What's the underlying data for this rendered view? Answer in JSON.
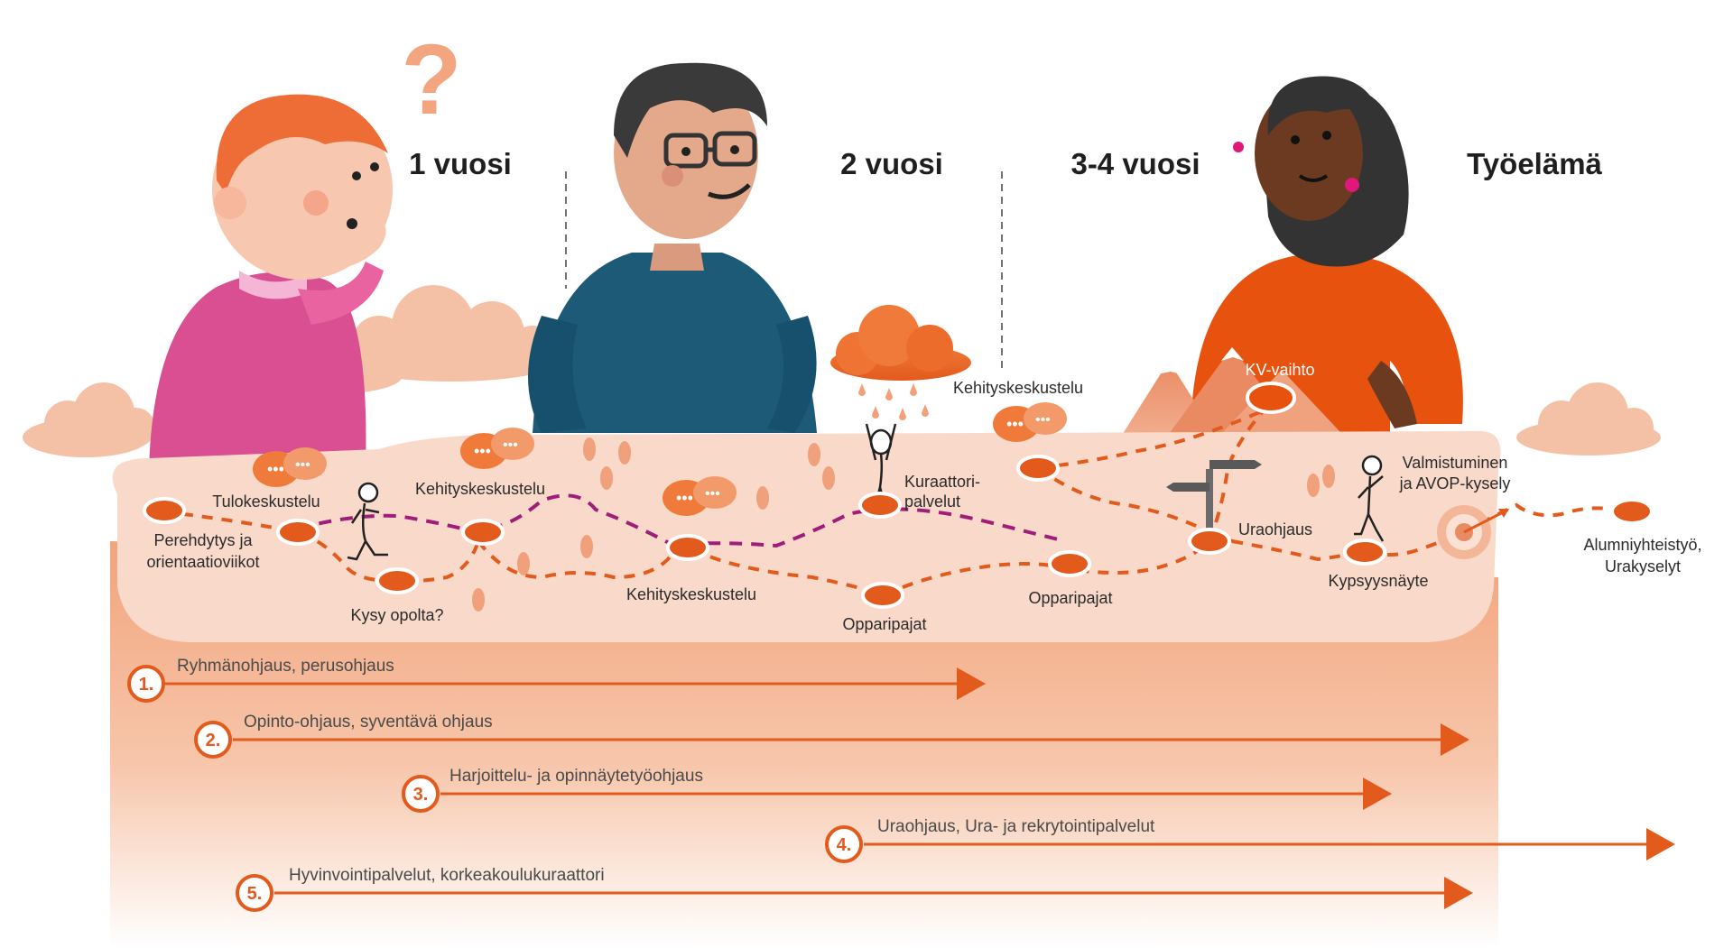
{
  "colors": {
    "accent": "#e25a1c",
    "path_purple": "#a01e7a",
    "platform": "#f9d9c9",
    "skin_light": "#f8c7b0",
    "pink_shirt": "#d94f92",
    "blue_shirt": "#1c5a78",
    "orange_dress": "#e8520f"
  },
  "years": [
    "1  vuosi",
    "2 vuosi",
    "3-4 vuosi",
    "Työelämä"
  ],
  "question_mark": "?",
  "events": {
    "tulokeskustelu": "Tulokeskustelu",
    "perehdytys_1": "Perehdytys ja",
    "perehdytys_2": "orientaatioviikot",
    "kysy_opolta": "Kysy opolta?",
    "kehitys_a": "Kehityskeskustelu",
    "kehitys_b": "Kehityskeskustelu",
    "kehitys_c": "Kehityskeskustelu",
    "kuraattori_1": "Kuraattori-",
    "kuraattori_2": "palvelut",
    "opparipajat_a": "Opparipajat",
    "opparipajat_b": "Opparipajat",
    "uraohjaus": "Uraohjaus",
    "kv_vaihto": "KV-vaihto",
    "kypsyysnayte": "Kypsyysnäyte",
    "valmistuminen_1": "Valmistuminen",
    "valmistuminen_2": "ja AVOP-kysely",
    "alumni_1": "Alumniyhteistyö,",
    "alumni_2": "Urakyselyt"
  },
  "tracks": [
    {
      "number": "1.",
      "label": "Ryhmänohjaus, perusohjaus"
    },
    {
      "number": "2.",
      "label": "Opinto-ohjaus, syventävä ohjaus"
    },
    {
      "number": "3.",
      "label": "Harjoittelu- ja opinnäytetyöohjaus"
    },
    {
      "number": "4.",
      "label": "Uraohjaus, Ura- ja rekrytointipalvelut"
    },
    {
      "number": "5.",
      "label": "Hyvinvointipalvelut, korkeakoulukuraattori"
    }
  ]
}
